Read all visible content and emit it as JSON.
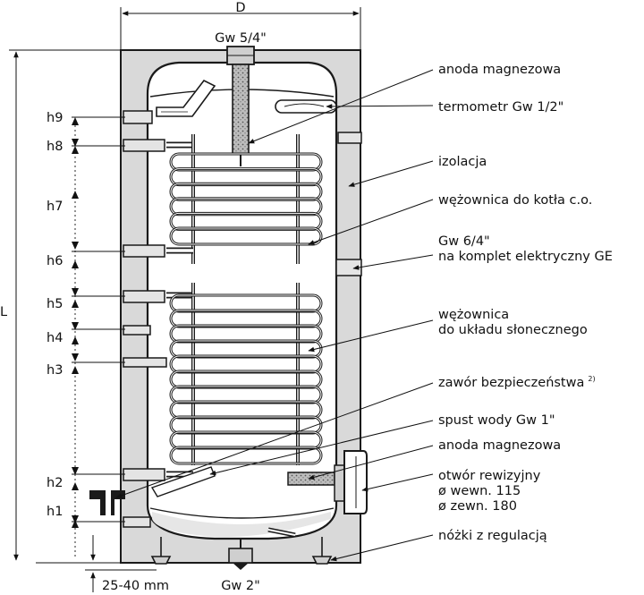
{
  "dimensions": {
    "width_label": "D",
    "height_label": "L",
    "top_connection": "Gw 5/4\"",
    "bottom_connection": "Gw 2\"",
    "feet_range": "25-40 mm"
  },
  "height_marks": [
    "h9",
    "h8",
    "h7",
    "h6",
    "h5",
    "h4",
    "h3",
    "h2",
    "h1"
  ],
  "callouts": [
    {
      "lines": [
        "anoda magnezowa"
      ]
    },
    {
      "lines": [
        "termometr Gw 1/2\""
      ]
    },
    {
      "lines": [
        "izolacja"
      ]
    },
    {
      "lines": [
        "wężownica do kotła c.o."
      ]
    },
    {
      "lines": [
        "Gw 6/4\"",
        "na komplet elektryczny GE"
      ]
    },
    {
      "lines": [
        "wężownica",
        "do układu słonecznego"
      ]
    },
    {
      "lines": [
        "zawór bezpieczeństwa"
      ],
      "superscript": "2)"
    },
    {
      "lines": [
        "spust wody Gw 1\""
      ]
    },
    {
      "lines": [
        "anoda magnezowa"
      ]
    },
    {
      "lines": [
        "otwór rewizyjny",
        "ø wewn. 115",
        "ø zewn. 180"
      ]
    },
    {
      "lines": [
        "nóżki z regulacją"
      ]
    }
  ],
  "colors": {
    "insulation": "#d9d9d9",
    "outline": "#1a1a1a",
    "tank_fill": "#ffffff",
    "anode_fill": "#bdbdbd"
  }
}
